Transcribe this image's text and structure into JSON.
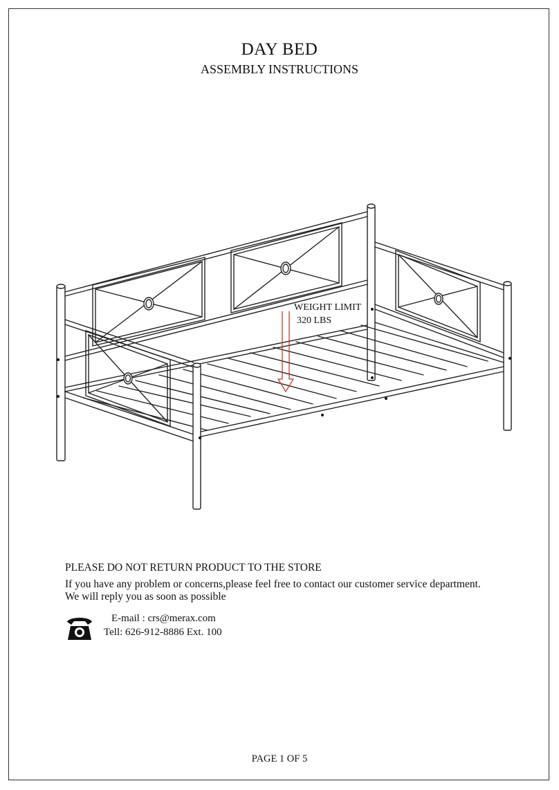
{
  "header": {
    "title": "DAY BED",
    "subtitle": "ASSEMBLY INSTRUCTIONS"
  },
  "illustration": {
    "weight_limit_line1": "WEIGHT LIMIT",
    "weight_limit_line2": "320 LBS",
    "arrow_color": "#c8372d"
  },
  "contact": {
    "notice": "PLEASE DO NOT RETURN PRODUCT TO THE STORE",
    "line1": "If you have any problem or concerns,please feel free to contact our customer service department.",
    "line2": "We will reply you as soon as possible",
    "phone_icon": "telephone-icon",
    "email": "E-mail : crs@merax.com",
    "tel": "Tell: 626-912-8886 Ext. 100"
  },
  "footer": {
    "page": "PAGE 1 OF 5"
  }
}
